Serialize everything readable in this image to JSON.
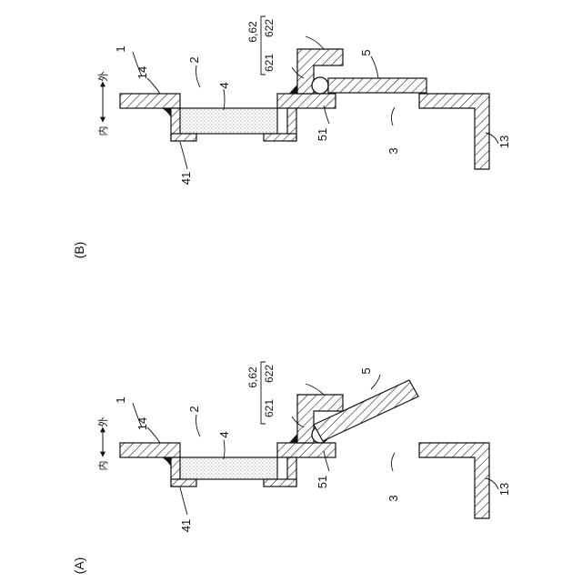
{
  "panels": [
    {
      "caption": "(A)",
      "labels": {
        "n1": "1",
        "n14": "14",
        "n2": "2",
        "n4": "4",
        "n41": "41",
        "n51": "51",
        "n3": "3",
        "n13": "13",
        "n5": "5",
        "n662": "6,62",
        "n621": "621",
        "n622": "622",
        "inner": "内",
        "outer": "外"
      }
    },
    {
      "caption": "(B)",
      "labels": {
        "n1": "1",
        "n14": "14",
        "n2": "2",
        "n4": "4",
        "n41": "41",
        "n51": "51",
        "n3": "3",
        "n13": "13",
        "n5": "5",
        "n662": "6,62",
        "n621": "621",
        "n622": "622",
        "inner": "内",
        "outer": "外"
      }
    }
  ]
}
